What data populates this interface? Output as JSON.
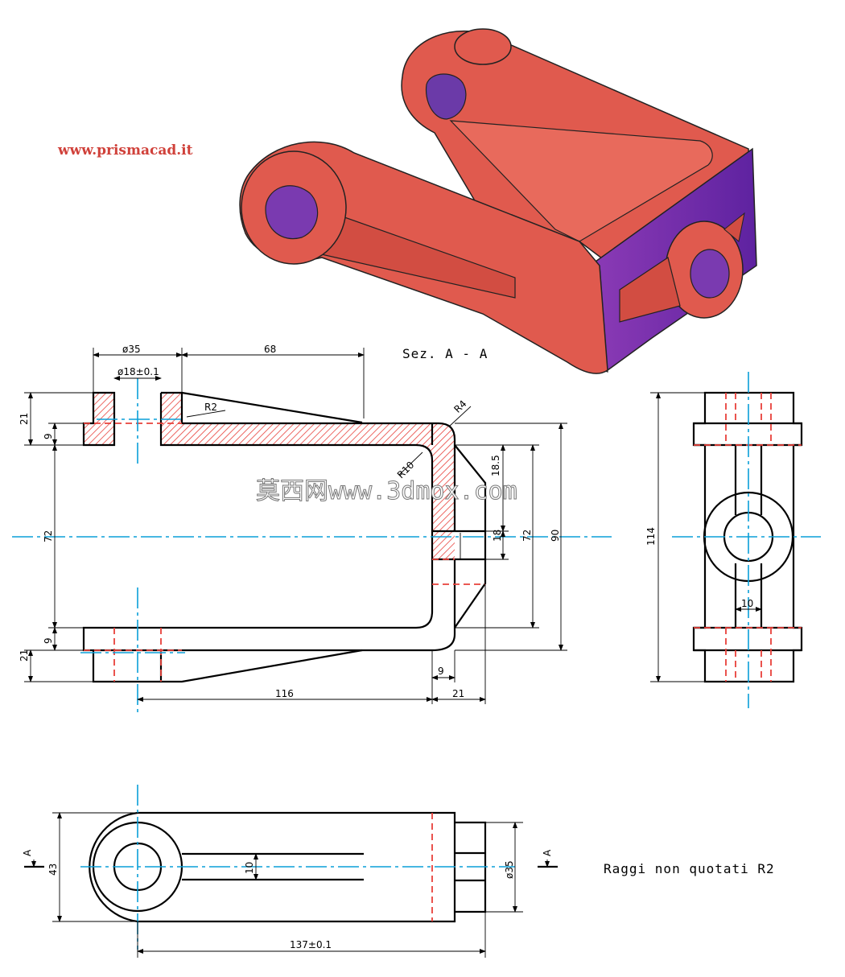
{
  "website": "www.prismacad.it",
  "section_label": "Sez. A - A",
  "note": "Raggi non quotati R2",
  "watermark": "莫西网www.3dmox.com",
  "section_marks": [
    "A",
    "A"
  ],
  "colors": {
    "part": "#e05a4e",
    "part_shadow": "#7a2fb0",
    "centerline": "#0a9fd8",
    "hidden_line": "#e8403a",
    "hatch": "#e8403a"
  },
  "front_view": {
    "dims": {
      "d35": "ø35",
      "d18": "ø18±0.1",
      "len68": "68",
      "r2": "R2",
      "r4": "R4",
      "r10": "R10",
      "h18_5": "18.5",
      "h18": "18",
      "h72_right": "72",
      "h90": "90",
      "h21_top": "21",
      "h9_top": "9",
      "h72_left": "72",
      "h9_bot": "9",
      "h21_bot": "21",
      "w9": "9",
      "len116": "116",
      "w21": "21"
    }
  },
  "side_view": {
    "dims": {
      "h114": "114",
      "w10": "10"
    }
  },
  "top_view": {
    "dims": {
      "h43": "43",
      "w10": "10",
      "d35": "ø35",
      "len137": "137±0.1"
    }
  }
}
